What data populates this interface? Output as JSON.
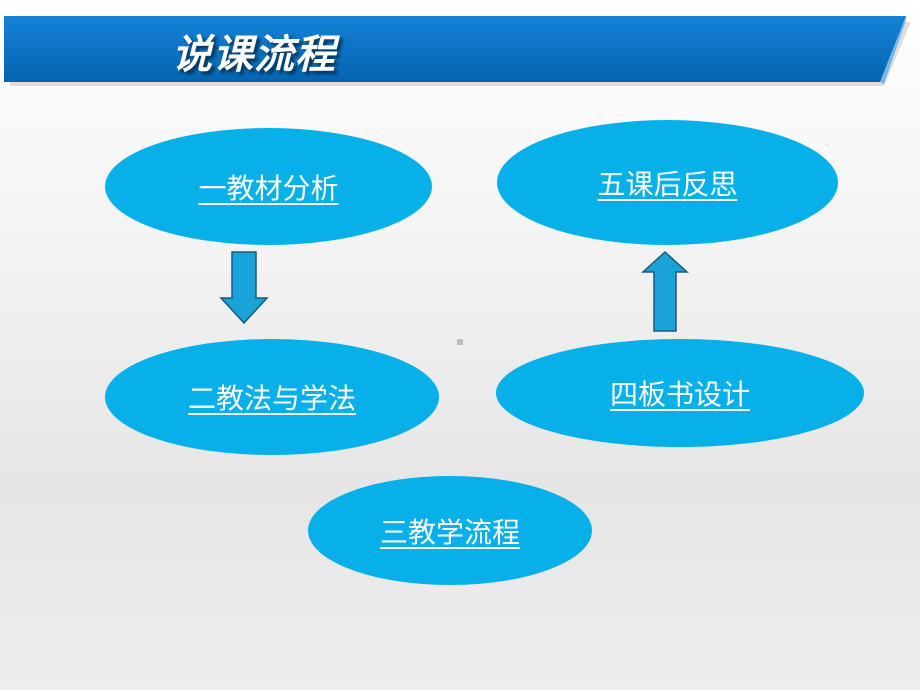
{
  "slide": {
    "title": "说课流程"
  },
  "flow": {
    "nodes": [
      {
        "id": "node-1",
        "label": "一教材分析"
      },
      {
        "id": "node-2",
        "label": "二教法与学法"
      },
      {
        "id": "node-3",
        "label": "三教学流程"
      },
      {
        "id": "node-4",
        "label": "四板书设计"
      },
      {
        "id": "node-5",
        "label": "五课后反思"
      }
    ],
    "arrows": [
      {
        "from": "一教材分析",
        "to": "二教法与学法",
        "direction": "down-arrow-icon"
      },
      {
        "from": "四板书设计",
        "to": "五课后反思",
        "direction": "up-arrow-icon"
      }
    ]
  },
  "colors": {
    "title_bar": "#0a72c4",
    "title_bar_edge": "#4aa8e8",
    "node_fill": "#08b0ea",
    "arrow_fill": "#1aa3d9",
    "arrow_stroke": "#1b5a7a",
    "text": "#ffffff"
  }
}
